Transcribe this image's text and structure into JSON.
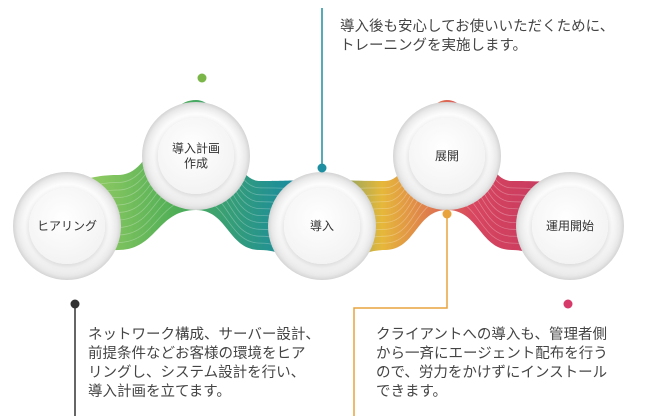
{
  "steps": [
    {
      "label": "ヒアリング",
      "color": "#7ab648"
    },
    {
      "label": "導入計画\n作成",
      "color": "#1e8fa0"
    },
    {
      "label": "導入",
      "color": "#e6b83a"
    },
    {
      "label": "展開",
      "color": "#d63a6b"
    },
    {
      "label": "運用開始",
      "color": "#d63a6b"
    }
  ],
  "descriptions": {
    "top": "導入後も安心してお使いいただくために、\nトレーニングを実施します。",
    "left": "ネットワーク構成、サーバー設計、\n前提条件などお客様の環境をヒア\nリングし、システム設計を行い、\n導入計画を立てます。",
    "right": "クライアントへの導入も、管理者側\nから一斉にエージェント配布を行う\nので、労力をかけずにインストール\nできます。"
  },
  "colors": {
    "green": "#7ab648",
    "teal": "#1e8fa0",
    "yellow": "#e6b83a",
    "pink": "#d63a6b",
    "dark": "#333333",
    "orange": "#e8a33d"
  }
}
